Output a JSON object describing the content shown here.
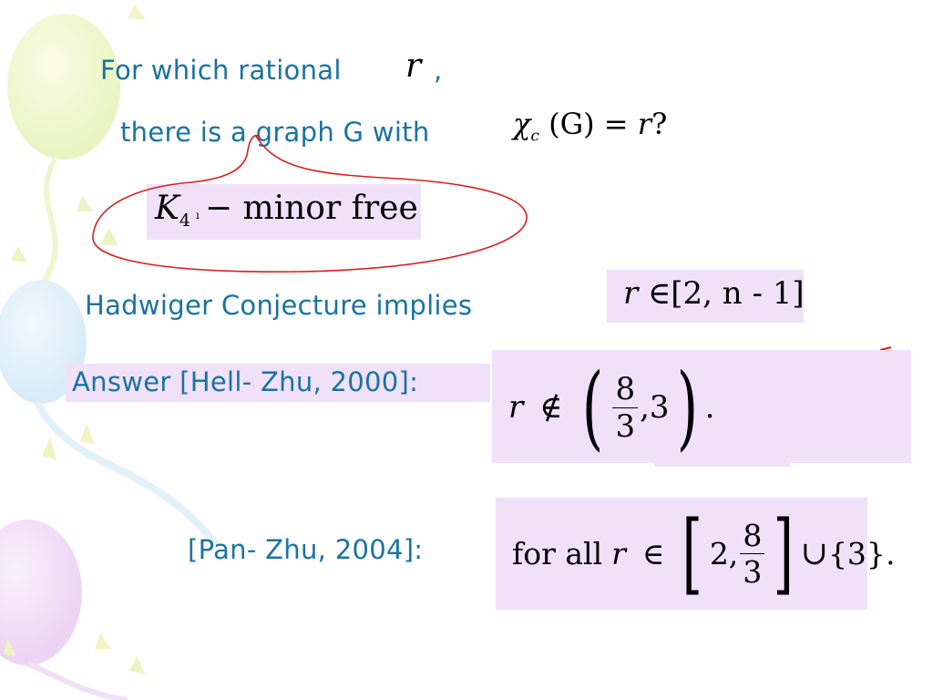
{
  "slide": {
    "line1": {
      "text": "For which rational",
      "var": "r",
      "comma": ","
    },
    "line2": {
      "text": "there is a graph G with",
      "formula": {
        "chi": "χ",
        "sub": "c",
        "rest": "(G) = ",
        "var": "r",
        "q": "?"
      }
    },
    "minor_free": {
      "K": "K",
      "sub": "4",
      "tick": "ı",
      "text": "− minor free"
    },
    "hadwiger": {
      "text": "Hadwiger Conjecture implies",
      "formula": {
        "var": "r",
        "rel": "∈",
        "interval": "[2, n - 1]"
      }
    },
    "answer": {
      "label": "Answer [Hell- Zhu, 2000]:",
      "formula": {
        "var": "r",
        "rel": "∉",
        "lparen": "(",
        "num": "8",
        "den": "3",
        "sep": ",3",
        "rparen": ")",
        "dot": "."
      }
    },
    "pan_zhu": {
      "label": "[Pan- Zhu, 2004]:",
      "formula": {
        "prefix": "for all",
        "var": "r",
        "rel": "∈",
        "lbr": "[",
        "two": "2,",
        "num": "8",
        "den": "3",
        "rbr": "]",
        "cup": "∪",
        "set": "{3}",
        "dot": "."
      }
    }
  },
  "colors": {
    "text_blue": "#1a73a0",
    "highlight": "#f0e1f8",
    "annotation_red": "#d62020"
  }
}
